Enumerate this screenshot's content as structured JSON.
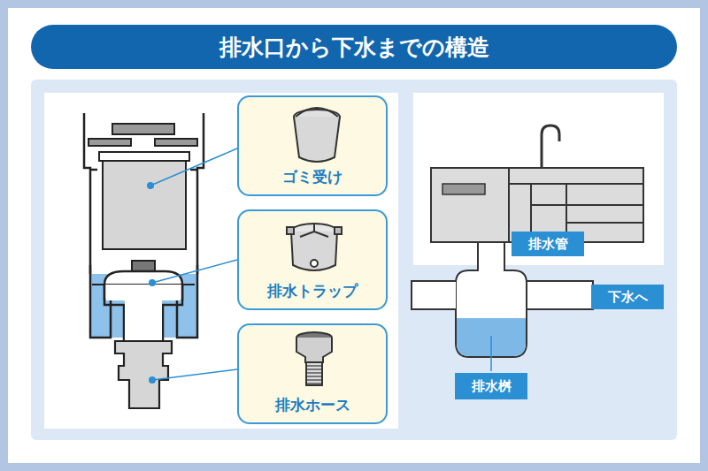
{
  "diagram": {
    "title": "排水口から下水までの構造",
    "nodes": [
      {
        "text": [
          "ゴミ受け"
        ]
      },
      {
        "text": [
          "排水トラップ"
        ]
      },
      {
        "text": [
          "排水ホース"
        ]
      },
      {
        "text": [
          "排水管"
        ]
      },
      {
        "text": [
          "下水へ"
        ]
      },
      {
        "text": [
          "排水桝"
        ]
      }
    ]
  }
}
